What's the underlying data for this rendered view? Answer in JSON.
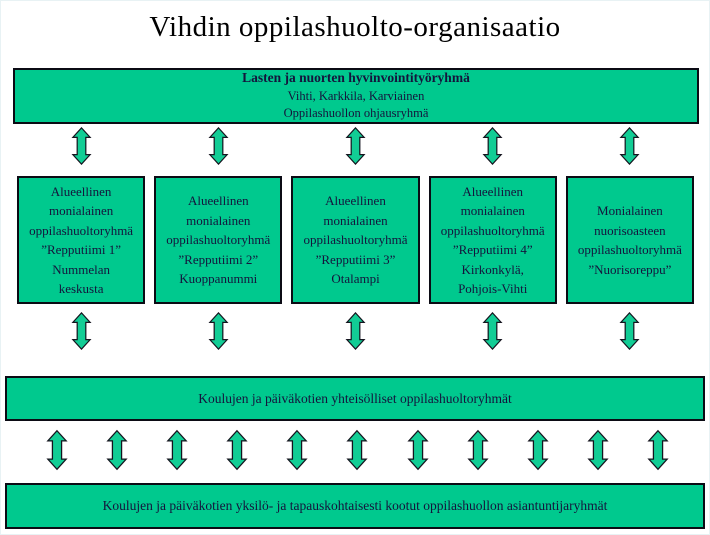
{
  "title": "Vihdin oppilashuolto-organisaatio",
  "colors": {
    "box_fill": "#00c98e",
    "arrow_fill": "#12cd95",
    "box_border": "#0b0b14",
    "box_text": "#14143c",
    "title_text": "#000000",
    "background": "#ffffff"
  },
  "top_box": {
    "line1": "Lasten ja nuorten hyvinvointityöryhmä",
    "line2": "Vihti, Karkkila, Karviainen",
    "line3": "Oppilashuollon ohjausryhmä"
  },
  "regional_boxes": [
    {
      "lines": [
        "Alueellinen",
        "monialainen",
        "oppilashuoltoryhmä",
        "”Repputiimi 1”",
        "Nummelan",
        "keskusta"
      ]
    },
    {
      "lines": [
        "Alueellinen",
        "monialainen",
        "oppilashuoltoryhmä",
        "”Repputiimi 2”",
        "Kuoppanummi"
      ]
    },
    {
      "lines": [
        "Alueellinen",
        "monialainen",
        "oppilashuoltoryhmä",
        "”Repputiimi 3”",
        "Otalampi"
      ]
    },
    {
      "lines": [
        "Alueellinen",
        "monialainen",
        "oppilashuoltoryhmä",
        "”Repputiimi 4”",
        "Kirkonkylä,",
        "Pohjois-Vihti"
      ]
    },
    {
      "lines": [
        "Monialainen",
        "nuorisoasteen",
        "oppilashuoltoryhmä",
        "”Nuorisoreppu”"
      ]
    }
  ],
  "community_box": "Koulujen ja päiväkotien yhteisölliset oppilashuoltoryhmät",
  "expert_box": "Koulujen ja päiväkotien yksilö- ja tapauskohtaisesti kootut oppilashuollon asiantuntijaryhmät"
}
